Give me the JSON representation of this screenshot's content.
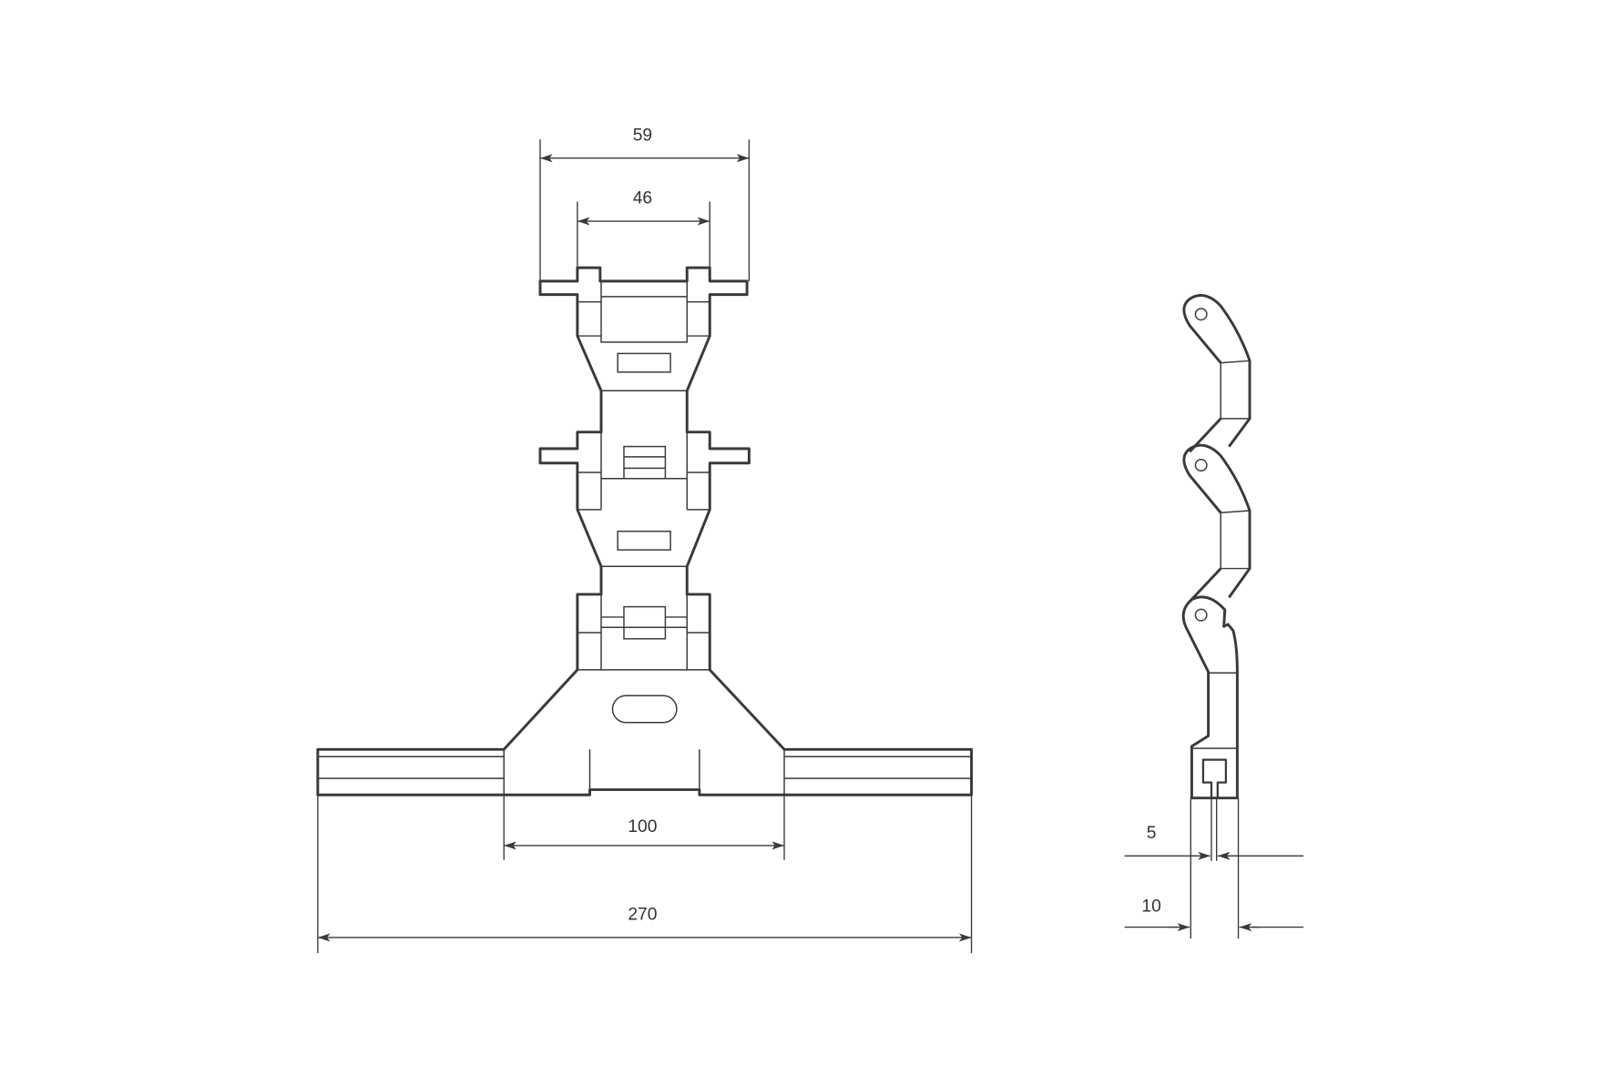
{
  "title": "Cable carrier chain link technical drawing",
  "front_view": {
    "dimensions": {
      "outer_top_width": "59",
      "inner_top_width": "46",
      "mount_width": "100",
      "rail_length": "270"
    }
  },
  "side_view": {
    "dimensions": {
      "slot_width": "5",
      "base_thickness": "10"
    }
  },
  "colors": {
    "line": "#3a3a3c",
    "background": "#ffffff"
  }
}
